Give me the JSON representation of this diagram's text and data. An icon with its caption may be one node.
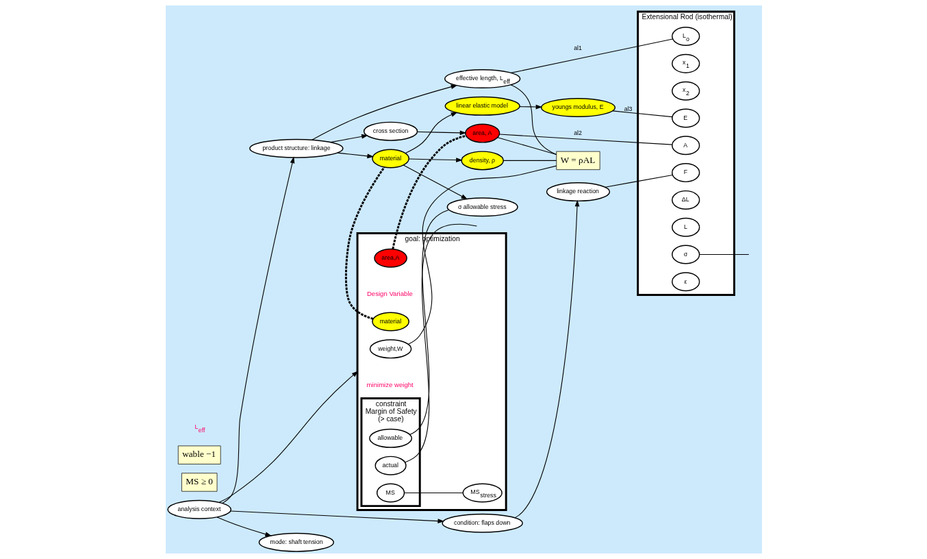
{
  "diagram": {
    "nodes": [
      {
        "text": [
          "analysis context"
        ]
      },
      {
        "text": [
          "product structure: linkage"
        ]
      },
      {
        "text": [
          "effective length, L$_{eff}$"
        ]
      },
      {
        "text": [
          "mode: shaft tension"
        ]
      },
      {
        "text": [
          "cross section"
        ]
      },
      {
        "text": [
          "area, A"
        ]
      },
      {
        "text": [
          "material"
        ]
      },
      {
        "text": [
          "linear elastic model"
        ]
      },
      {
        "text": [
          "youngs modulus, E"
        ]
      },
      {
        "text": [
          "density, ρ"
        ]
      },
      {
        "text": [
          "condition: flaps down"
        ]
      },
      {
        "text": [
          "linkage reaction"
        ]
      },
      {
        "text": [
          "W = ρAL"
        ]
      },
      {
        "text": [
          "Extensional Rod (isothermal)"
        ]
      },
      {
        "text": [
          "L$_{o}$"
        ],
        "in": 13
      },
      {
        "text": [
          "x$_{1}$"
        ],
        "in": 13
      },
      {
        "text": [
          "x$_{2}$"
        ],
        "in": 13
      },
      {
        "text": [
          "A"
        ],
        "in": 13
      },
      {
        "text": [
          "E"
        ],
        "in": 13
      },
      {
        "text": [
          "F"
        ],
        "in": 13
      },
      {
        "text": [
          "ΔL"
        ],
        "in": 13
      },
      {
        "text": [
          "L"
        ],
        "in": 13
      },
      {
        "text": [
          "σ"
        ],
        "in": 13
      },
      {
        "text": [
          "ε"
        ],
        "in": 13
      },
      {
        "text": [
          "goal: optimization"
        ]
      },
      {
        "text": [
          "weight,W"
        ],
        "beside": [
          "minimize weight"
        ],
        "in": 24
      },
      {
        "text": [
          "constraint",
          "Margin of Safety",
          "(> case)"
        ],
        "in": 24
      },
      {
        "text": [
          "allowable"
        ],
        "in": 26
      },
      {
        "text": [
          "actual"
        ],
        "in": 26
      },
      {
        "text": [
          "MS"
        ],
        "in": 26
      },
      {
        "text": [
          "MS$_{stress}$"
        ],
        "in": 24
      },
      {
        "text": [
          "area,A"
        ],
        "beside": [
          "Design Variable"
        ],
        "in": 24
      },
      {
        "text": [
          "material"
        ],
        "in": 24
      },
      {
        "text": [
          "σ allowable stress"
        ]
      },
      {
        "text": [
          "MS ≥ 0"
        ]
      },
      {
        "text": [
          "wable −1"
        ]
      }
    ],
    "edges": [
      {
        "from": 0,
        "to": 1,
        "arrow": "to"
      },
      {
        "from": 0,
        "to": 3,
        "arrow": "to"
      },
      {
        "from": 0,
        "to": 10,
        "arrow": "to"
      },
      {
        "from": 0,
        "to": 24,
        "arrow": "to"
      },
      {
        "from": 10,
        "to": 11,
        "arrow": "to"
      },
      {
        "from": 1,
        "to": 2,
        "arrow": "to"
      },
      {
        "from": 1,
        "to": 4,
        "arrow": "to"
      },
      {
        "from": 1,
        "to": 6,
        "arrow": "to"
      },
      {
        "from": 4,
        "to": 5,
        "arrow": "to"
      },
      {
        "from": 6,
        "to": 7,
        "arrow": "to"
      },
      {
        "from": 7,
        "to": 8,
        "arrow": "to"
      },
      {
        "from": 6,
        "to": 9,
        "arrow": "to"
      },
      {
        "from": 2,
        "to": 14,
        "arrow": "none",
        "label": "al1"
      },
      {
        "from": 5,
        "to": 17,
        "arrow": "none",
        "label": "al2"
      },
      {
        "from": 8,
        "to": 18,
        "arrow": "none",
        "label": "al3"
      },
      {
        "from": 11,
        "to": 19,
        "arrow": "none"
      },
      {
        "from": 5,
        "to": 12,
        "arrow": "none"
      },
      {
        "from": 9,
        "to": 12,
        "arrow": "none"
      },
      {
        "from": 2,
        "to": 12,
        "arrow": "none"
      },
      {
        "from": 12,
        "to": 25,
        "arrow": "none"
      },
      {
        "from": 6,
        "to": 33,
        "arrow": "to"
      },
      {
        "from": 33,
        "to": 27,
        "arrow": "none"
      },
      {
        "from": 28,
        "to": null,
        "arrow": "none"
      },
      {
        "from": 22,
        "to": null,
        "arrow": "none"
      },
      {
        "from": 29,
        "to": 30,
        "arrow": "none"
      },
      {
        "from": 31,
        "to": 5,
        "arrow": "none",
        "style": "dashed"
      },
      {
        "from": 32,
        "to": 6,
        "arrow": "none",
        "style": "dashed"
      }
    ],
    "labels": [
      "L$_{eff}$"
    ]
  }
}
